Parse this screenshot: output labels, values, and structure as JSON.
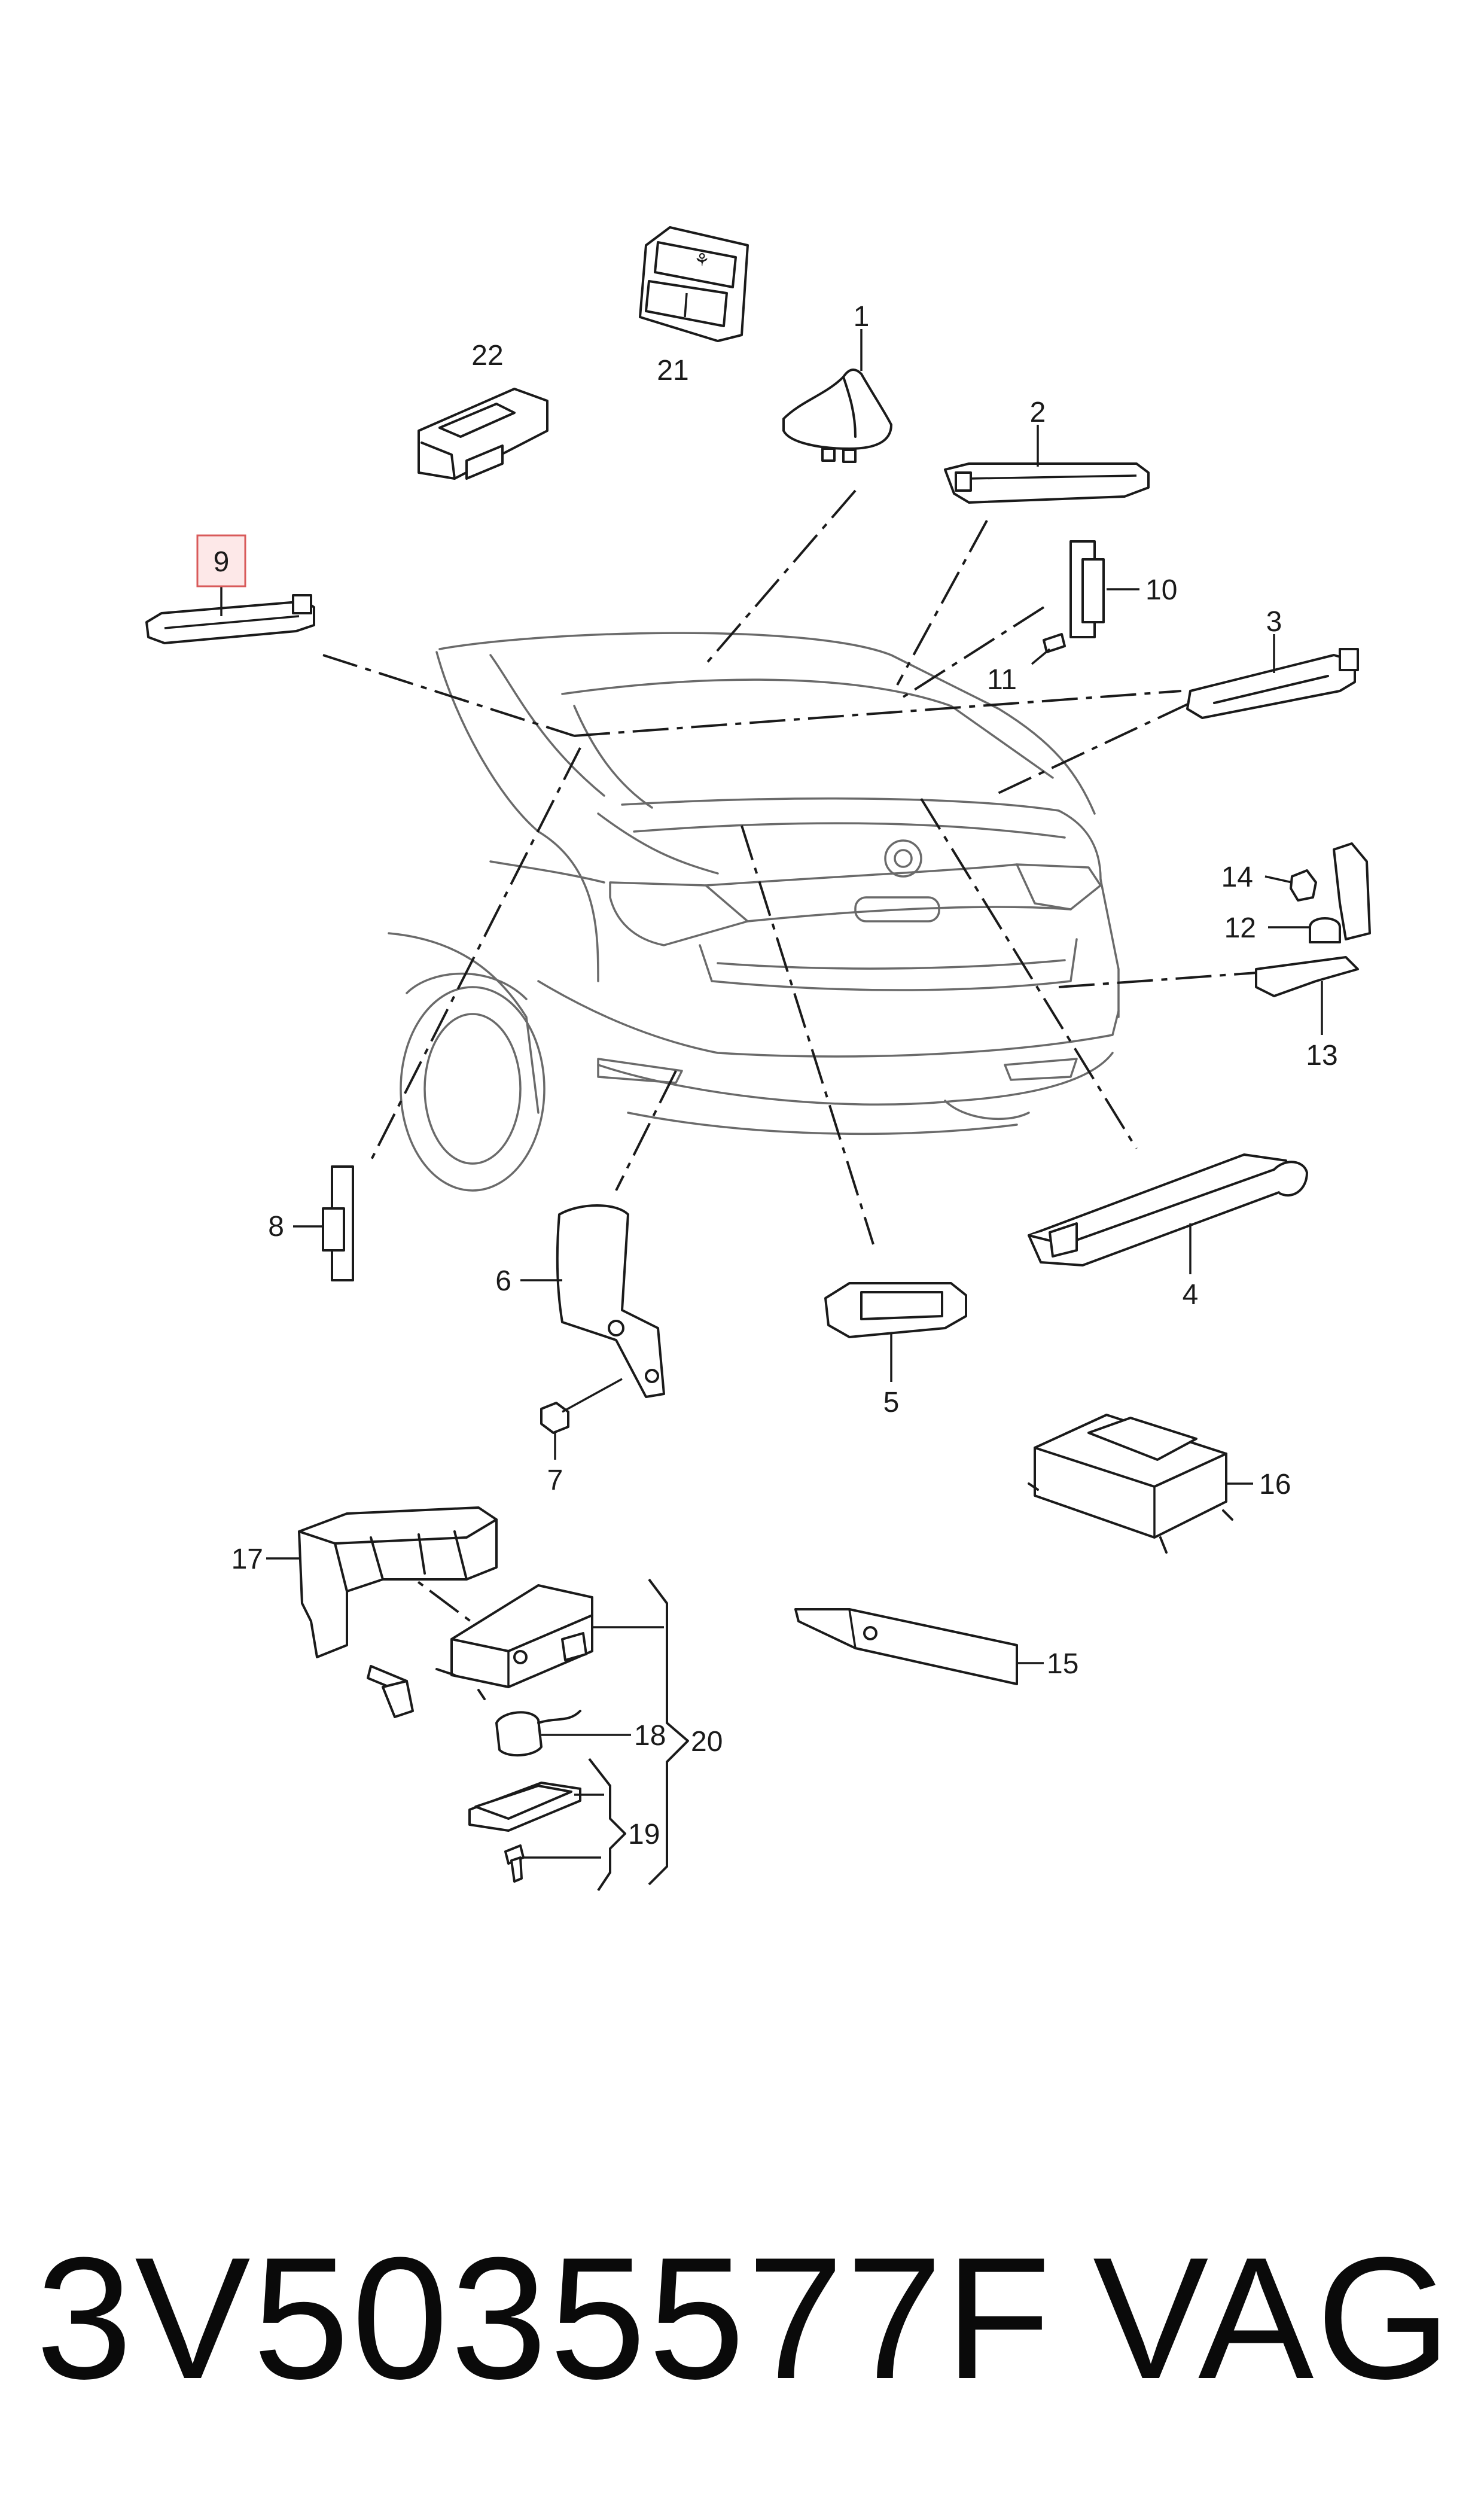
{
  "diagram": {
    "callouts": [
      {
        "id": "c1",
        "label": "1"
      },
      {
        "id": "c2",
        "label": "2"
      },
      {
        "id": "c3",
        "label": "3"
      },
      {
        "id": "c4",
        "label": "4"
      },
      {
        "id": "c5",
        "label": "5"
      },
      {
        "id": "c6",
        "label": "6"
      },
      {
        "id": "c7",
        "label": "7"
      },
      {
        "id": "c8",
        "label": "8"
      },
      {
        "id": "c9",
        "label": "9",
        "highlighted": true
      },
      {
        "id": "c10",
        "label": "10"
      },
      {
        "id": "c11",
        "label": "11"
      },
      {
        "id": "c12",
        "label": "12"
      },
      {
        "id": "c13",
        "label": "13"
      },
      {
        "id": "c14",
        "label": "14"
      },
      {
        "id": "c15",
        "label": "15"
      },
      {
        "id": "c16",
        "label": "16"
      },
      {
        "id": "c17",
        "label": "17"
      },
      {
        "id": "c18",
        "label": "18"
      },
      {
        "id": "c19",
        "label": "19"
      },
      {
        "id": "c20",
        "label": "20"
      },
      {
        "id": "c21",
        "label": "21"
      },
      {
        "id": "c22",
        "label": "22"
      }
    ],
    "highlight_color": "#d85a5a"
  },
  "footer": {
    "part_number": "3V5035577F",
    "brand": "VAG"
  }
}
